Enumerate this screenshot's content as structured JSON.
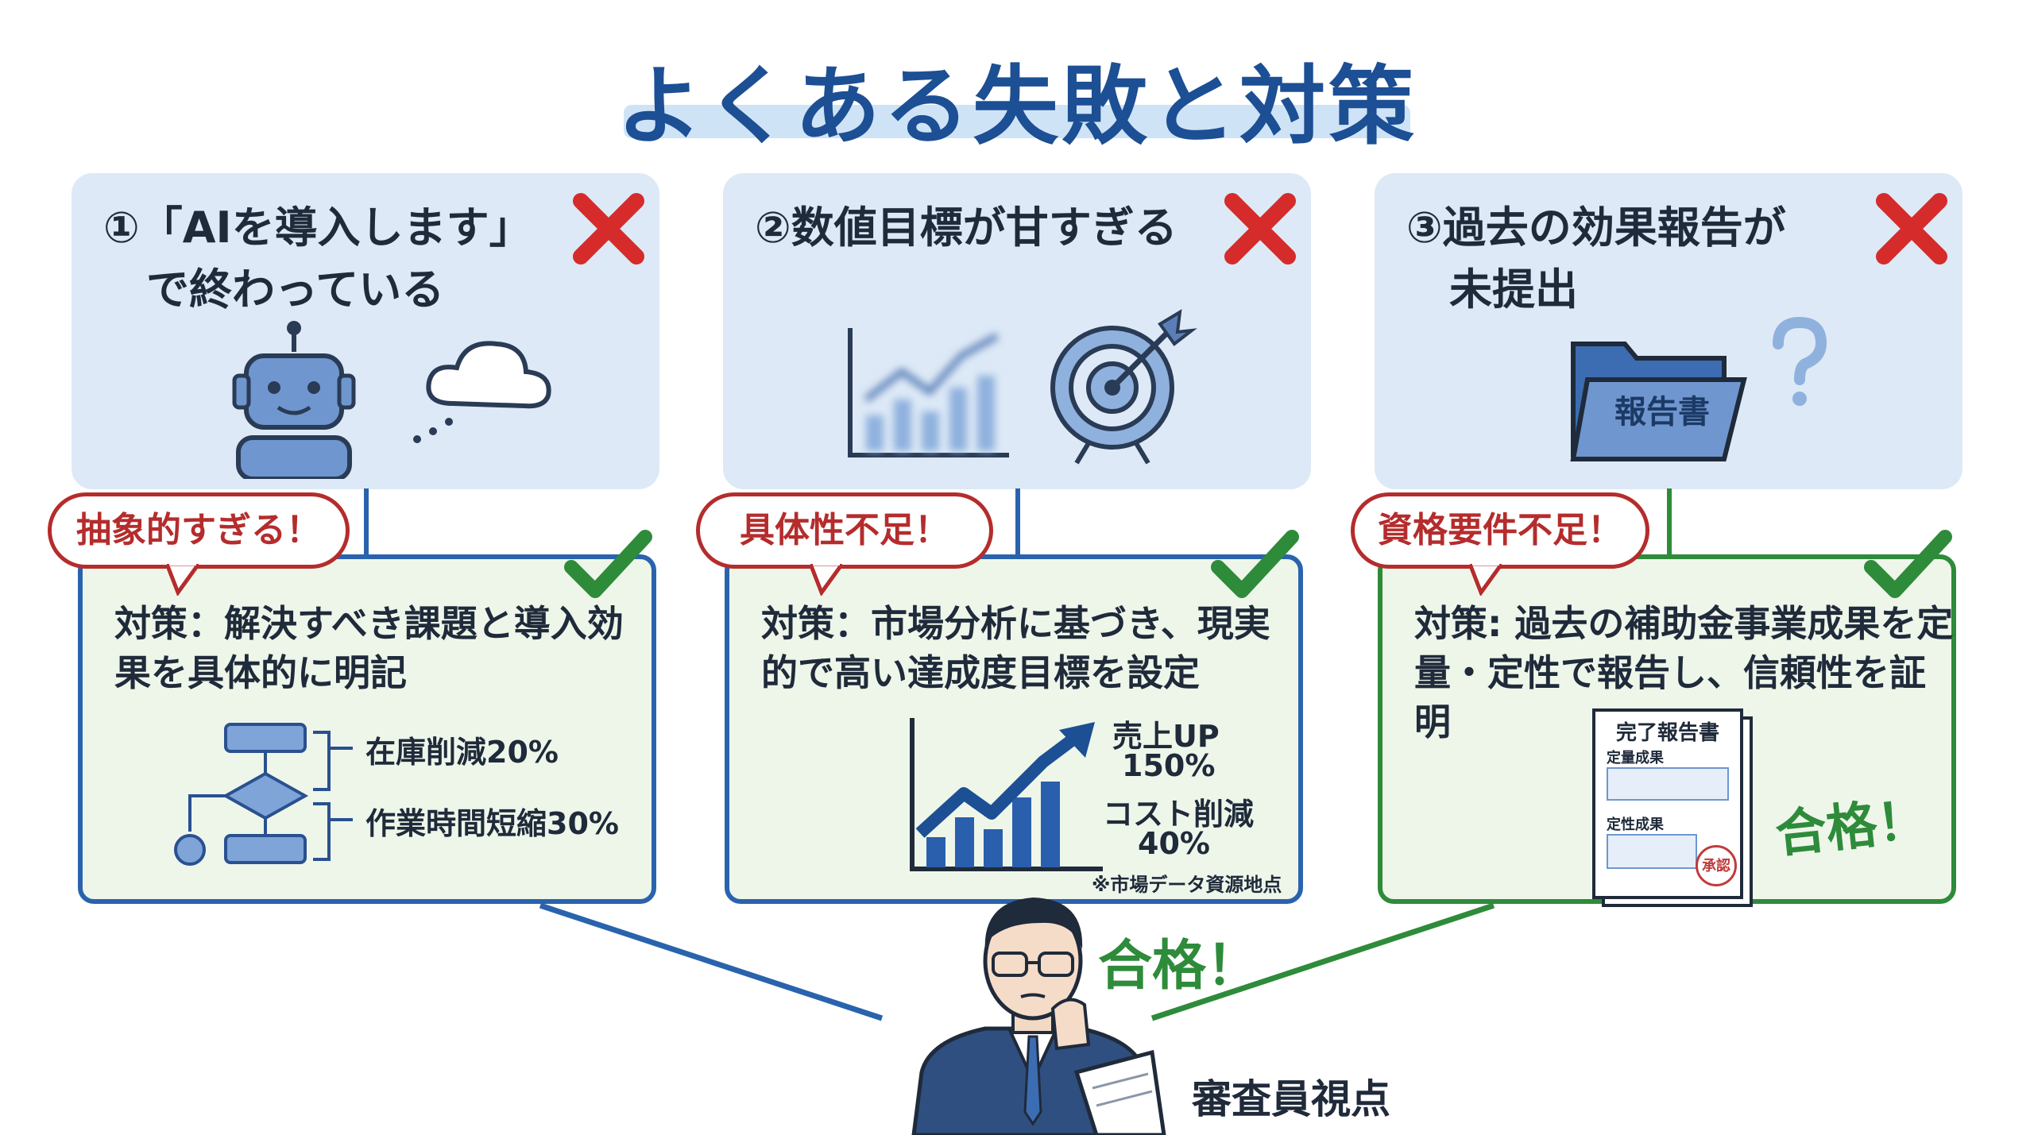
{
  "title": "よくある失敗と対策",
  "cards": [
    {
      "problem": "①「AIを導入します」\n　で終わっている",
      "bubble": "抽象的すぎる！",
      "solution": "対策：解決すべき課題と導入効果を具体的に明記",
      "labels": [
        "在庫削減20%",
        "作業時間短縮30%"
      ]
    },
    {
      "problem": "②数値目標が甘すぎる",
      "bubble": "具体性不足！",
      "solution": "対策：市場分析に基づき、現実的で高い達成度目標を設定",
      "labels": [
        "売上UP",
        "150%",
        "コスト削減",
        "40%",
        "※市場データ資源地点"
      ]
    },
    {
      "problem": "③過去の効果報告が\n　未提出",
      "bubble": "資格要件不足！",
      "solution": "対策: 過去の補助金事業成果を定量・定性で報告し、信頼性を証明",
      "folder_label": "報告書",
      "doc": {
        "title": "完了報告書",
        "section1": "定量成果",
        "section2": "定性成果",
        "stamp": "承認"
      },
      "pass": "合格！"
    }
  ],
  "reviewer": {
    "pass": "合格！",
    "label": "審査員視点"
  },
  "colors": {
    "title": "#1c4f94",
    "blue_border": "#2a63ad",
    "green_border": "#2e8b3a",
    "problem_bg": "#dde9f6",
    "solution_bg": "#eef6ea",
    "red": "#d62b2b"
  }
}
